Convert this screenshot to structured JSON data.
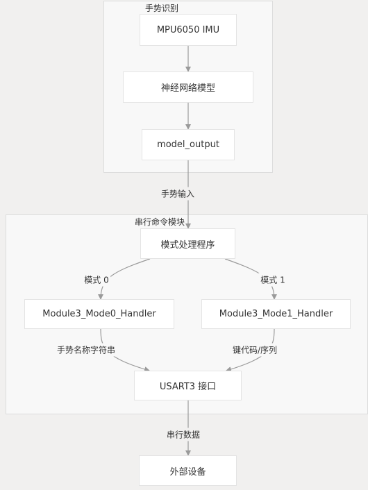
{
  "clusters": {
    "gesture": {
      "title": "手势识别"
    },
    "serial": {
      "title": "串行命令模块"
    }
  },
  "nodes": {
    "imu": "MPU6050 IMU",
    "nn": "神经网络模型",
    "model_output": "model_output",
    "mode_handler": "模式处理程序",
    "mode0": "Module3_Mode0_Handler",
    "mode1": "Module3_Mode1_Handler",
    "usart": "USART3 接口",
    "external": "外部设备"
  },
  "edge_labels": {
    "gesture_input": "手势输入",
    "mode0": "模式 0",
    "mode1": "模式 1",
    "gesture_name": "手势名称字符串",
    "keycode": "键代码/序列",
    "serial_data": "串行数据"
  },
  "colors": {
    "background": "#f1f0ef",
    "cluster_fill": "#f8f8f8",
    "node_fill": "#ffffff",
    "edge": "#9a9a9a"
  }
}
